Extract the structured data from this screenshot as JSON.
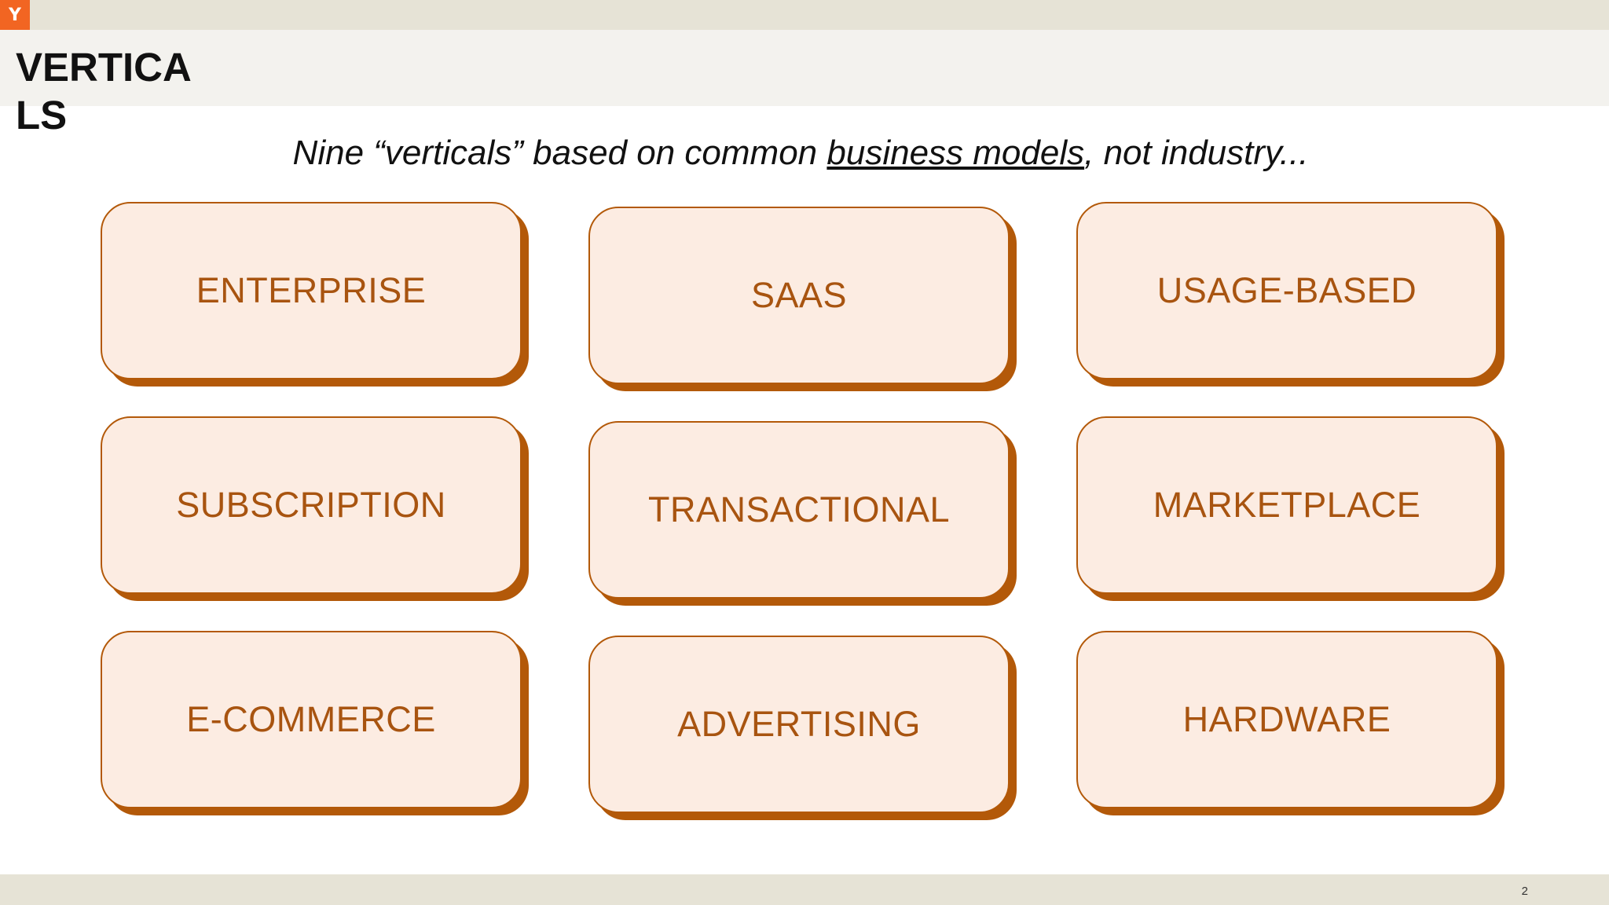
{
  "header": {
    "logo_text": "Y"
  },
  "slide": {
    "title": "VERTICALS",
    "subtitle": {
      "before": "Nine “verticals” based on common ",
      "underlined": "business models",
      "after": ", not industry..."
    },
    "cards": [
      "ENTERPRISE",
      "SAAS",
      "USAGE-BASED",
      "SUBSCRIPTION",
      "TRANSACTIONAL",
      "MARKETPLACE",
      "E-COMMERCE",
      "ADVERTISING",
      "HARDWARE"
    ]
  },
  "footer": {
    "page_number": "2"
  },
  "colors": {
    "accent_orange": "#f26522",
    "card_border": "#b35909",
    "card_fill": "#fcece2",
    "card_text": "#a85410"
  }
}
